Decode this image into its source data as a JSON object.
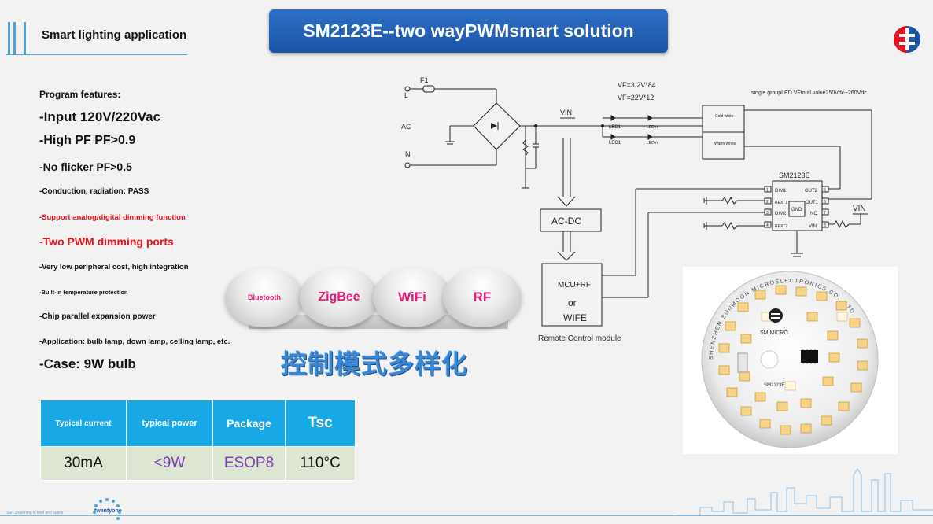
{
  "header": {
    "section_title": "Smart lighting application",
    "slide_title": "SM2123E--two wayPWMsmart solution"
  },
  "features": {
    "heading": "Program features:",
    "items": [
      "-Input 120V/220Vac",
      "-High PF PF>0.9",
      "-No flicker PF>0.5",
      "-Conduction, radiation: PASS",
      "-Support analog/digital dimming function",
      "-Two PWM dimming ports",
      "-Very low peripheral cost, high integration",
      "-Built-in temperature protection",
      "-Chip parallel expansion power",
      "-Application: bulb lamp, down lamp, ceiling lamp, etc.",
      "-Case: 9W bulb"
    ]
  },
  "control_modes": [
    "Bluetooth",
    "ZigBee",
    "WiFi",
    "RF"
  ],
  "control_banner": "控制模式多样化",
  "spec_table": {
    "headers": [
      "Typical current",
      "typical power",
      "Package",
      "Tsc"
    ],
    "values": [
      "30mA",
      "<9W",
      "ESOP8",
      "110°C"
    ]
  },
  "diagram": {
    "fuse": "F1",
    "line": "L",
    "ac": "AC",
    "neutral": "N",
    "vin_top": "VIN",
    "vf1": "VF=3.2V*84",
    "vf2": "VF=22V*12",
    "led1": "LED1",
    "led1b": "LED1",
    "ledn": "LED n",
    "ledn_b": "LED n",
    "group_note": "single groupLED VFtotal value250Vdc--260Vdc",
    "cold_white": "Cold white",
    "warm_white": "Warm White",
    "chip_name": "SM2123E",
    "pins_left": [
      "DIM1",
      "REXT1",
      "DIM2",
      "REXT2"
    ],
    "pins_right": [
      "OUT2",
      "OUT1",
      "NC",
      "VIN"
    ],
    "pin_nums_left": [
      "1",
      "2",
      "3",
      "4"
    ],
    "pin_nums_right": [
      "5",
      "6",
      "7",
      "8"
    ],
    "gnd": "GND",
    "vin_right": "VIN",
    "acdc": "AC-DC",
    "mcu_line1": "MCU+RF",
    "mcu_line2": "or",
    "mcu_line3": "WIFE",
    "remote_label": "Remote Control module"
  },
  "pcb_photo": {
    "arc_text": "SHENZHEN SUNMOON MICROELECTRONICS CO., LTD",
    "brand": "SM MICRO",
    "chip_mark": "SM2123E"
  },
  "footer": {
    "text": "Sun Zhaoming is kind and subtle",
    "brand": "twentyone"
  },
  "colors": {
    "accent": "#19a8e6",
    "title_bg": "#1a55a8",
    "highlight_red": "#e5131e",
    "bubble_text": "#e8197a"
  }
}
